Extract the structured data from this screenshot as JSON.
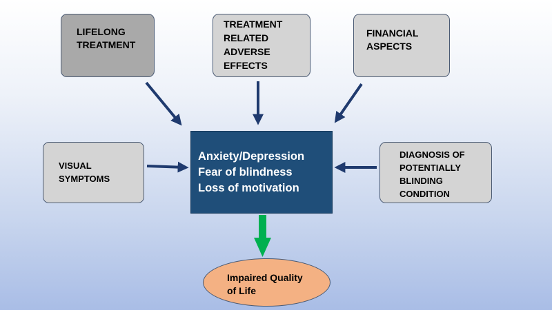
{
  "diagram": {
    "factors": {
      "lifelong_treatment": "LIFELONG\nTREATMENT",
      "treatment_adverse_effects": "TREATMENT\nRELATED\nADVERSE\nEFFECTS",
      "financial_aspects": "FINANCIAL\nASPECTS",
      "visual_symptoms": "VISUAL\nSYMPTOMS",
      "diagnosis": "DIAGNOSIS OF\nPOTENTIALLY\nBLINDING\nCONDITION"
    },
    "center": "Anxiety/Depression\nFear of blindness\nLoss of motivation",
    "outcome": "Impaired Quality\nof Life"
  },
  "colors": {
    "center_fill": "#1f4e79",
    "factor_fill": "#d4d4d4",
    "highlight_fill": "#a9a9a9",
    "outcome_fill": "#f4b183",
    "arrow": "#1f3a6e",
    "outcome_arrow": "#00b050"
  }
}
